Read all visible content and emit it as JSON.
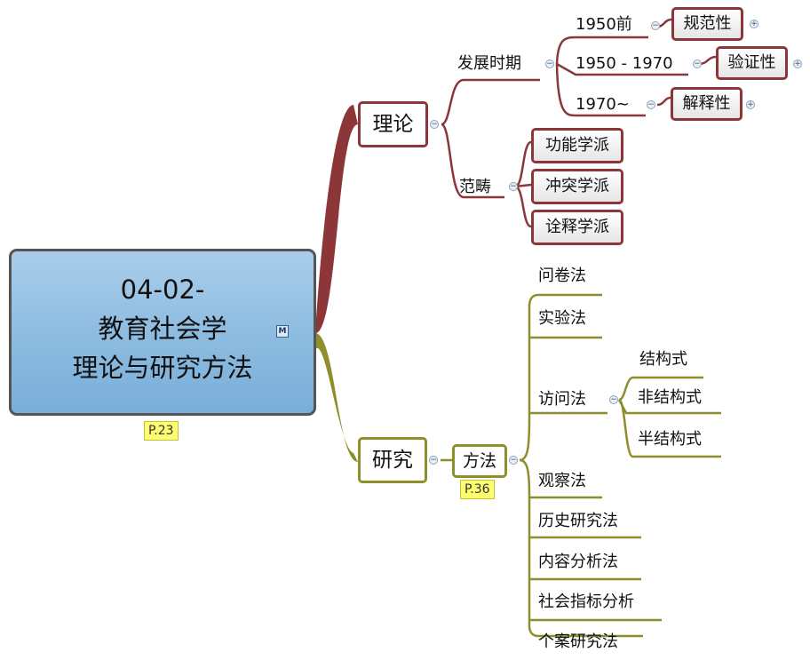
{
  "root": {
    "line1": "04-02-",
    "line2": "教育社会学",
    "line3": "理论与研究方法",
    "badge": "M",
    "page_ref": "P.23"
  },
  "theory": {
    "label": "理论",
    "development": {
      "label": "发展时期",
      "periods": [
        {
          "period": "1950前",
          "char": "规范性"
        },
        {
          "period": "1950 - 1970",
          "char": "验证性"
        },
        {
          "period": "1970~",
          "char": "解释性"
        }
      ]
    },
    "paradigm": {
      "label": "范畴",
      "schools": [
        "功能学派",
        "冲突学派",
        "诠释学派"
      ]
    }
  },
  "research": {
    "label": "研究",
    "method": {
      "label": "方法",
      "page_ref": "P.36",
      "items": [
        "问卷法",
        "实验法",
        "访问法",
        "观察法",
        "历史研究法",
        "内容分析法",
        "社会指标分析",
        "个案研究法"
      ],
      "interview_types": [
        "结构式",
        "非结构式",
        "半结构式"
      ]
    }
  },
  "colors": {
    "theory_branch": "#8c3639",
    "research_branch": "#8e8e2c",
    "root_fill": "#8cbbe0"
  },
  "icons": {
    "collapse": "minus-circle",
    "expand": "plus-circle",
    "marker": "map-marker-badge"
  }
}
